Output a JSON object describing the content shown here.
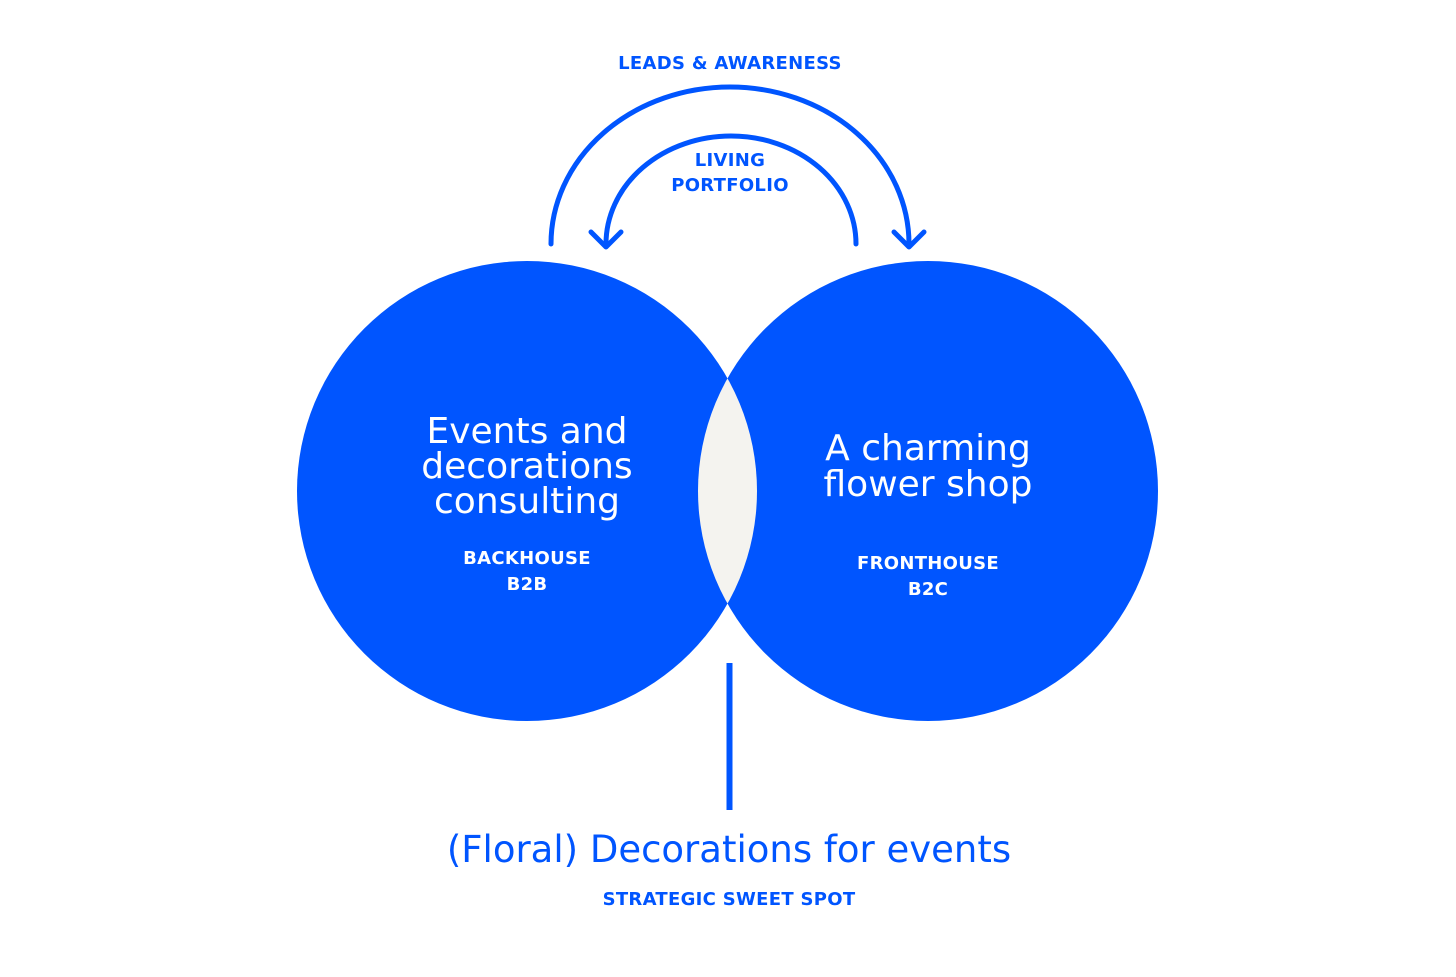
{
  "colors": {
    "blue": "#0055FF",
    "overlap": "#F4F3EF",
    "background": "#FFFFFF"
  },
  "arcs": {
    "outer_label": "LEADS & AWARENESS",
    "inner_label_line1": "LIVING",
    "inner_label_line2": "PORTFOLIO"
  },
  "left_circle": {
    "title_line1": "Events and",
    "title_line2": "decorations",
    "title_line3": "consulting",
    "sub_line1": "BACKHOUSE",
    "sub_line2": "B2B"
  },
  "right_circle": {
    "title_line1": "A charming",
    "title_line2": "flower shop",
    "sub_line1": "FRONTHOUSE",
    "sub_line2": "B2C"
  },
  "sweet_spot": {
    "title": "(Floral) Decorations for events",
    "subtitle": "STRATEGIC SWEET SPOT"
  }
}
